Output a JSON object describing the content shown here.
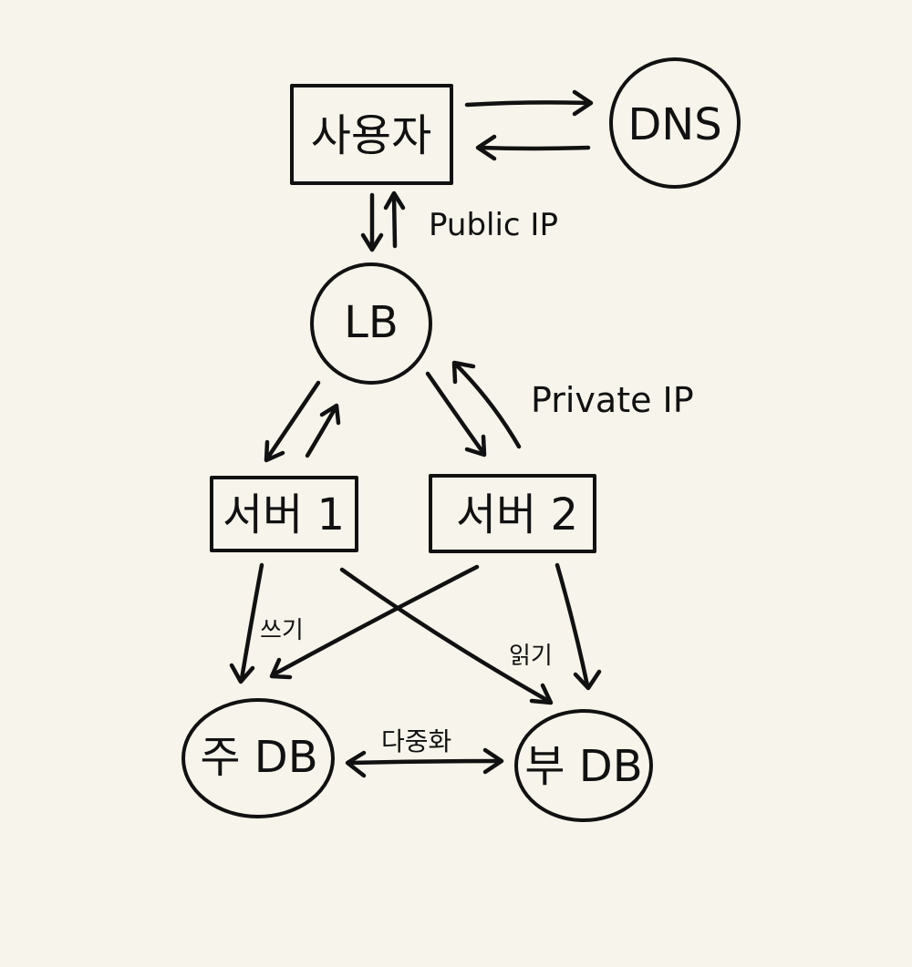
{
  "nodes": {
    "user": "사용자",
    "dns": "DNS",
    "lb": "LB",
    "server1": "서버 1",
    "server2": "서버 2",
    "primary_db": "주 DB",
    "replica_db": "부 DB"
  },
  "edge_labels": {
    "public_ip": "Public IP",
    "private_ip": "Private IP",
    "write": "쓰기",
    "read": "읽기",
    "replication": "다중화"
  },
  "colors": {
    "background": "#f7f5eb",
    "ink": "#111111"
  }
}
